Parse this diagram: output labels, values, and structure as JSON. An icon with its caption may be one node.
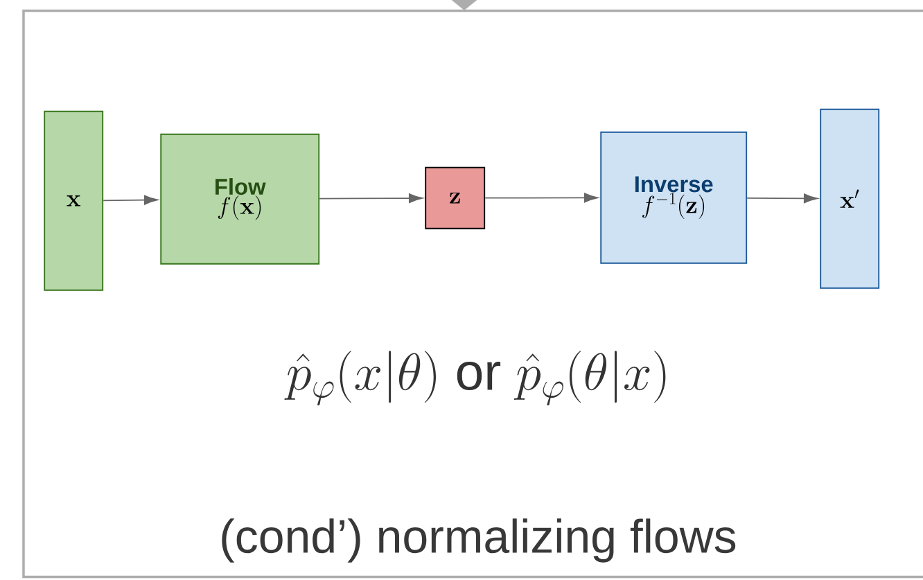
{
  "diagram": {
    "nodes": [
      {
        "text": [
          "\\hat{p}_{\\varphi}(x|\\theta)\\text{ or }\\hat{p}_{\\varphi}(\\theta|x)",
          "(cond’) normalizing flows"
        ]
      },
      {
        "text": [
          "\\mathbf{x}"
        ],
        "in": 0
      },
      {
        "text": [
          "Flow",
          "f(\\mathbf{x})"
        ],
        "in": 0
      },
      {
        "text": [
          "\\mathbf{z}"
        ],
        "in": 0
      },
      {
        "text": [
          "Inverse",
          "f^{-1}(\\mathbf{z})"
        ],
        "in": 0
      },
      {
        "text": [
          "\\mathbf{x}'"
        ],
        "in": 0
      }
    ],
    "edges": [
      {
        "from": 1,
        "to": 2,
        "arrow": "to"
      },
      {
        "from": 2,
        "to": 3,
        "arrow": "to"
      },
      {
        "from": 3,
        "to": 4,
        "arrow": "to"
      },
      {
        "from": 4,
        "to": 5,
        "arrow": "to"
      },
      {
        "from": null,
        "to": 0,
        "arrow": "to"
      }
    ]
  }
}
